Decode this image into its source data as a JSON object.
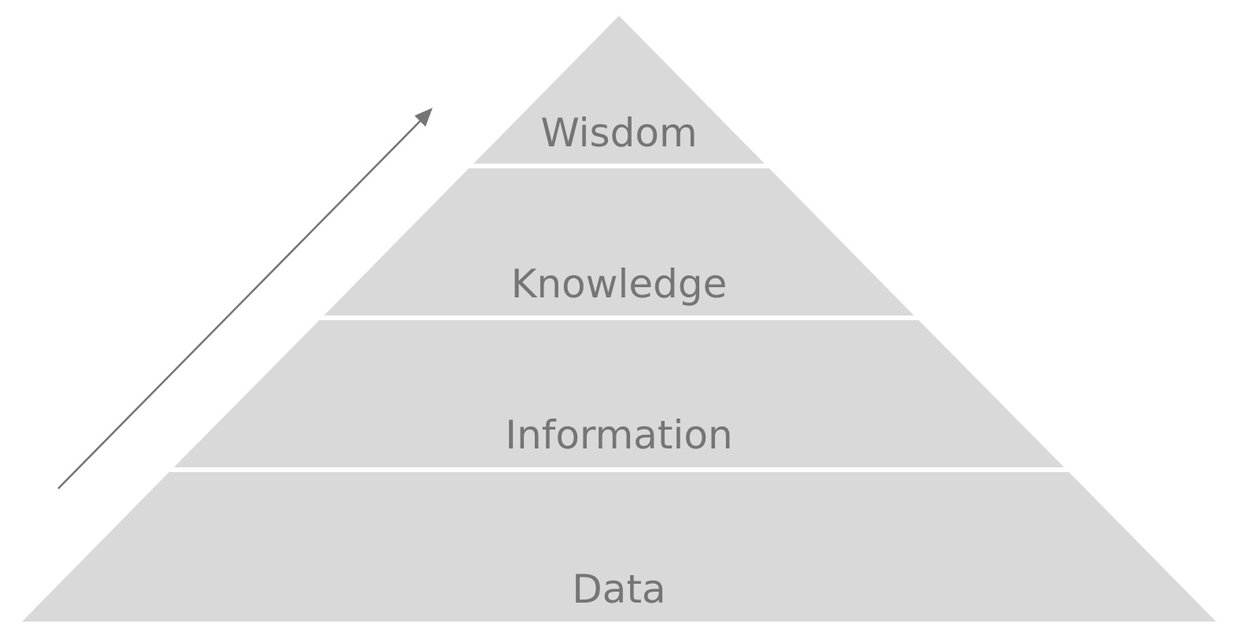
{
  "pyramid": {
    "tiers": [
      {
        "label": "Wisdom"
      },
      {
        "label": "Knowledge"
      },
      {
        "label": "Information"
      },
      {
        "label": "Data"
      }
    ],
    "fill_color": "#d9d9d9",
    "text_color": "#757575",
    "separator_color": "#ffffff"
  },
  "arrow": {
    "icon": "arrow-up-right-icon",
    "color": "#757575"
  }
}
